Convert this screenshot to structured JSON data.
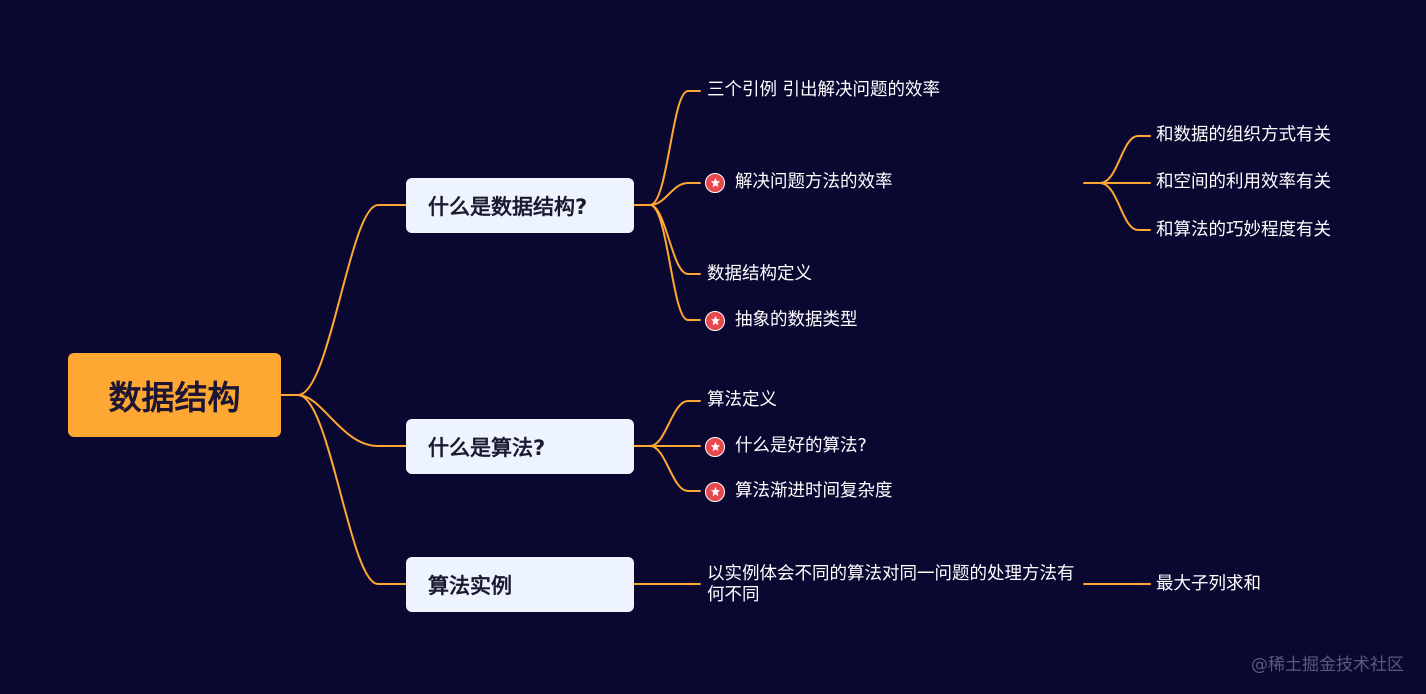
{
  "colors": {
    "background": "#0a0730",
    "root": "#ffa733",
    "branch": "#eef4fd",
    "link": "#ffa733",
    "star": "#e5484d"
  },
  "root": {
    "label": "数据结构"
  },
  "branches": [
    {
      "label": "什么是数据结构?",
      "children": [
        {
          "label": "三个引例 引出解决问题的效率",
          "starred": false
        },
        {
          "label": "解决问题方法的效率",
          "starred": true,
          "children": [
            "和数据的组织方式有关",
            "和空间的利用效率有关",
            "和算法的巧妙程度有关"
          ]
        },
        {
          "label": "数据结构定义",
          "starred": false
        },
        {
          "label": "抽象的数据类型",
          "starred": true
        }
      ]
    },
    {
      "label": "什么是算法?",
      "children": [
        {
          "label": "算法定义",
          "starred": false
        },
        {
          "label": "什么是好的算法?",
          "starred": true
        },
        {
          "label": "算法渐进时间复杂度",
          "starred": true
        }
      ]
    },
    {
      "label": "算法实例",
      "children": [
        {
          "label": "以实例体会不同的算法对同一问题的处理方法有何不同",
          "starred": false,
          "children": [
            "最大子列求和"
          ]
        }
      ]
    }
  ],
  "watermark": "@稀土掘金技术社区"
}
